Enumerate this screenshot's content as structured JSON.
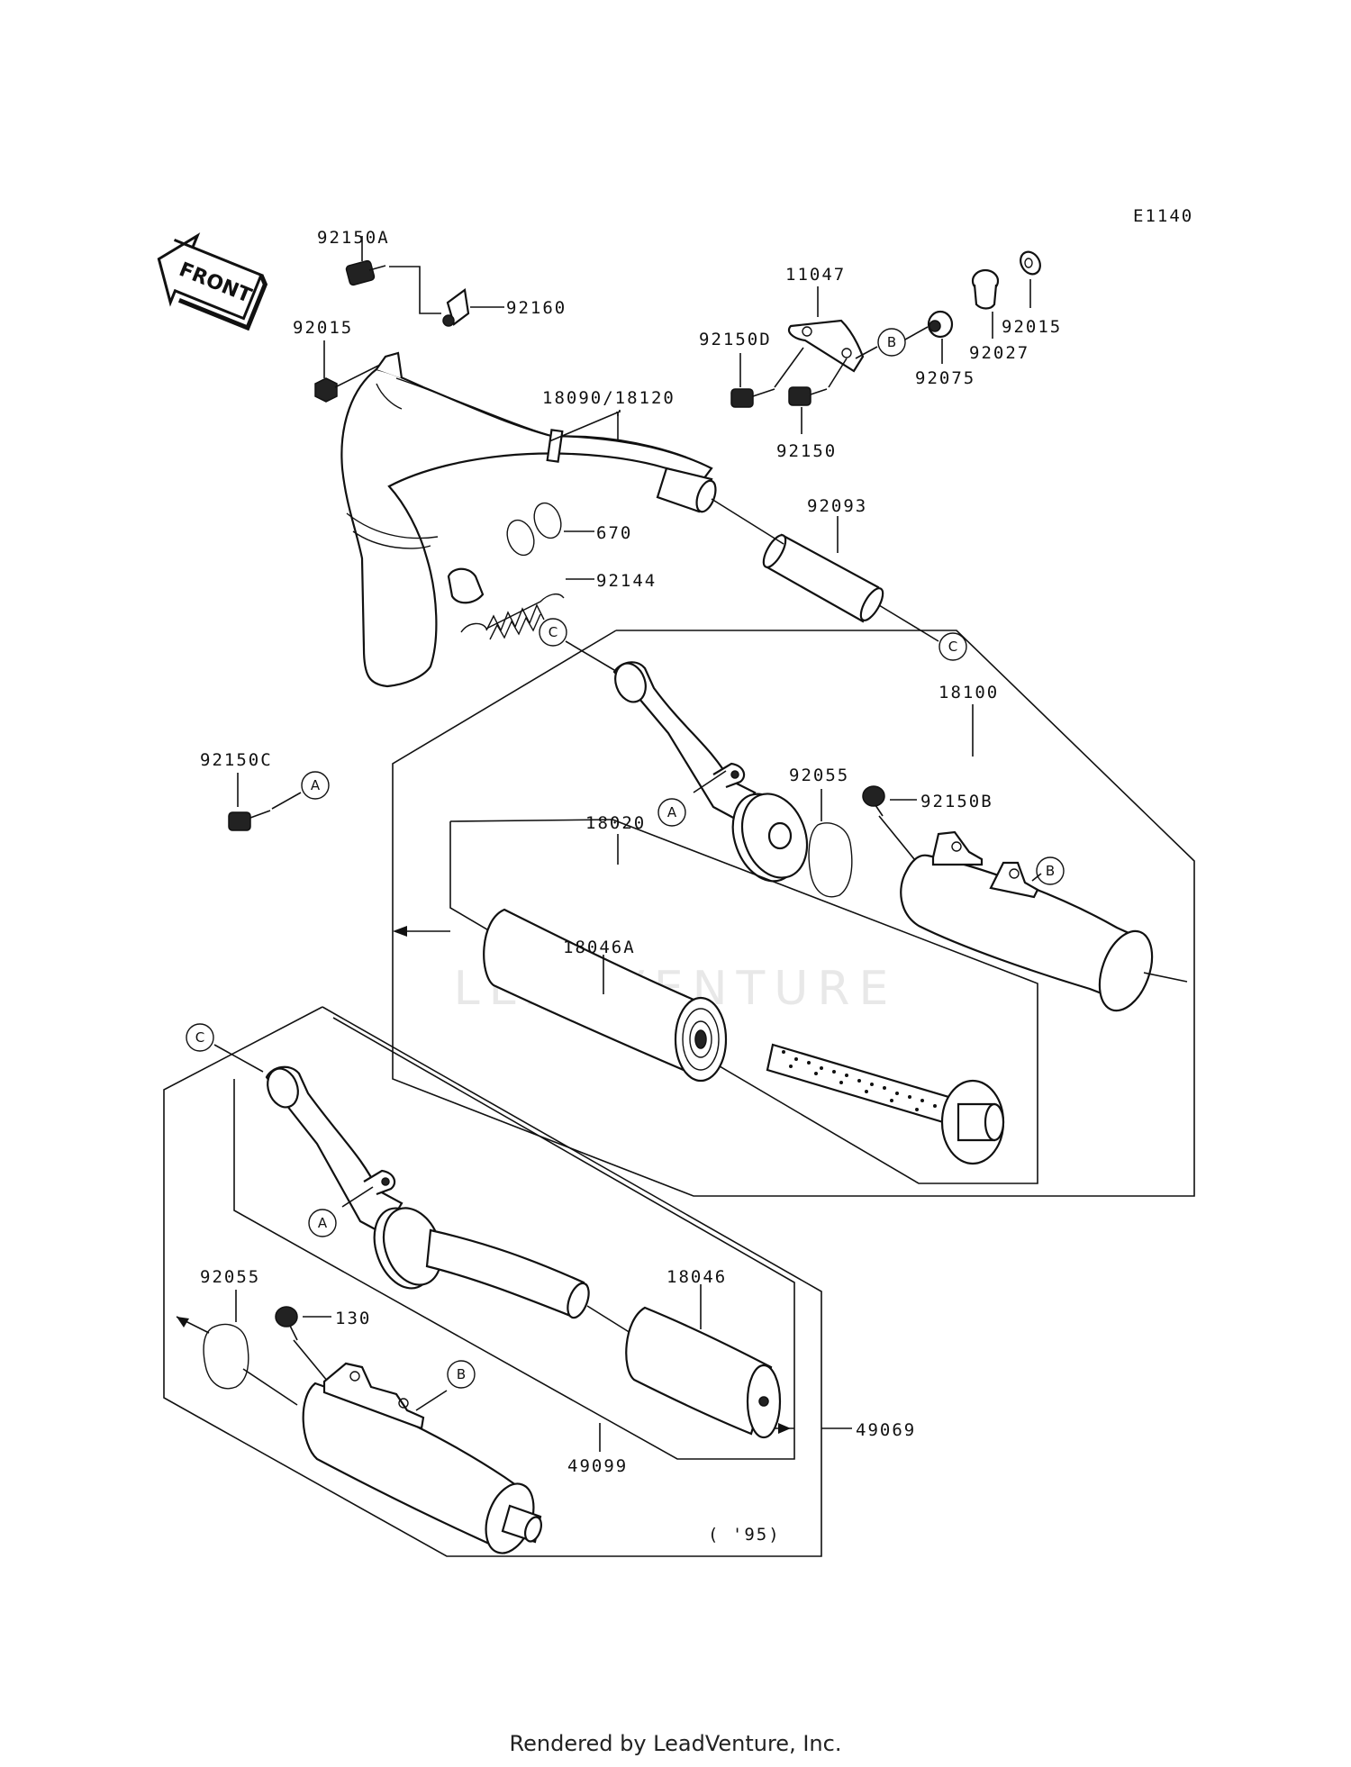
{
  "diagram_code": "E1140",
  "front_label": "FRONT",
  "watermark": "LEADVENTURE",
  "footer": "Rendered by LeadVenture, Inc.",
  "year_note": "( '95)",
  "ref_letters": {
    "a": "A",
    "b": "B",
    "c": "C"
  },
  "parts": {
    "p92150A": "92150A",
    "p92160": "92160",
    "p92015_left": "92015",
    "p18090": "18090/18120",
    "p670": "670",
    "p92144": "92144",
    "p11047": "11047",
    "p92150D": "92150D",
    "p92075": "92075",
    "p92027": "92027",
    "p92015_right": "92015",
    "p92150": "92150",
    "p92093": "92093",
    "p18100": "18100",
    "p92150C": "92150C",
    "p92055_top": "92055",
    "p92150B": "92150B",
    "p18020": "18020",
    "p18046A": "18046A",
    "p92055_bottom": "92055",
    "p130": "130",
    "p18046": "18046",
    "p49069": "49069",
    "p49099": "49099"
  }
}
